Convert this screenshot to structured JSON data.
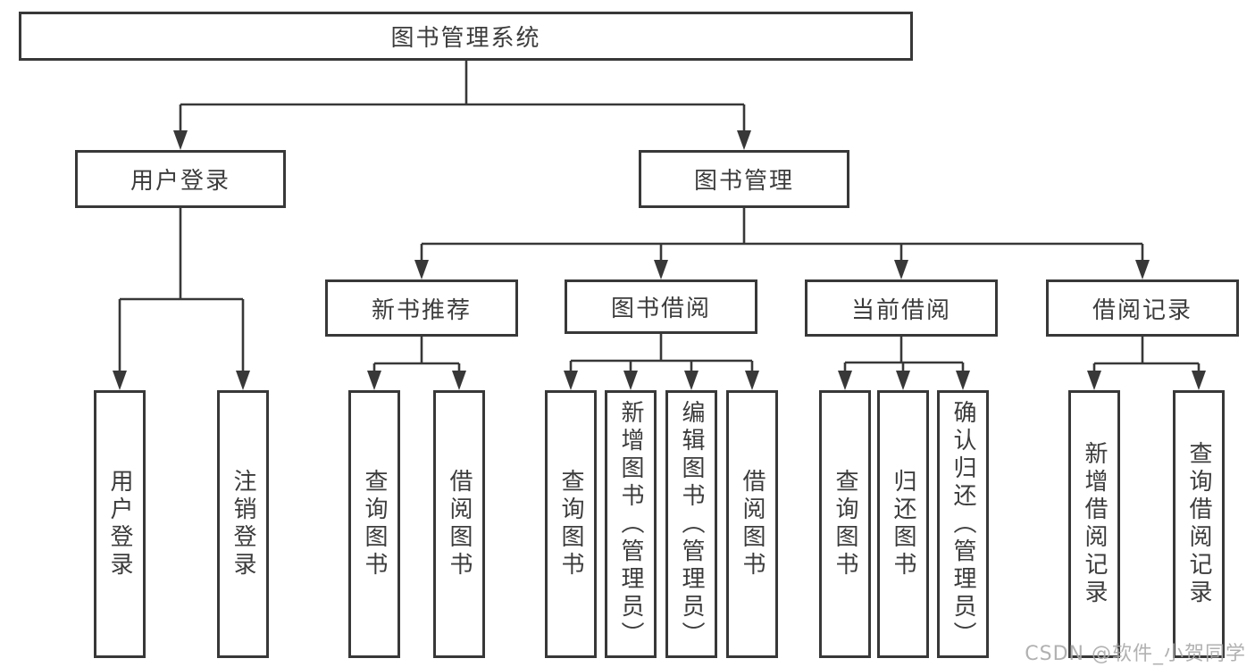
{
  "diagram": {
    "watermark": "CSDN @软件_小贺同学",
    "colors": {
      "line": "#383838",
      "box_border": "#383838",
      "text": "#3c3c3c",
      "background": "#ffffff",
      "watermark": "#a9a9a9"
    },
    "tree": {
      "root": {
        "label": "图书管理系统",
        "children": [
          {
            "label": "用户登录",
            "children": [
              {
                "label": "用户登录"
              },
              {
                "label": "注销登录"
              }
            ]
          },
          {
            "label": "图书管理",
            "children": [
              {
                "label": "新书推荐",
                "children": [
                  {
                    "label": "查询图书"
                  },
                  {
                    "label": "借阅图书"
                  }
                ]
              },
              {
                "label": "图书借阅",
                "children": [
                  {
                    "label": "查询图书"
                  },
                  {
                    "label": "新增图书（管理员）"
                  },
                  {
                    "label": "编辑图书（管理员）"
                  },
                  {
                    "label": "借阅图书"
                  }
                ]
              },
              {
                "label": "当前借阅",
                "children": [
                  {
                    "label": "查询图书"
                  },
                  {
                    "label": "归还图书"
                  },
                  {
                    "label": "确认归还（管理员）"
                  }
                ]
              },
              {
                "label": "借阅记录",
                "children": [
                  {
                    "label": "新增借阅记录"
                  },
                  {
                    "label": "查询借阅记录"
                  }
                ]
              }
            ]
          }
        ]
      }
    }
  }
}
